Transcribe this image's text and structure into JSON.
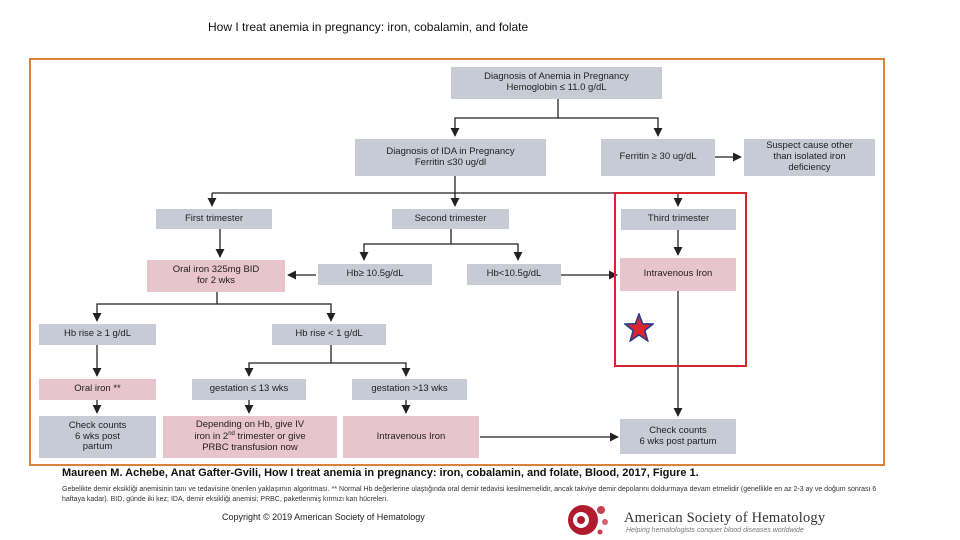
{
  "title": "How I treat anemia in pregnancy: iron, cobalamin, and folate",
  "colors": {
    "frame": "#d9823a",
    "gray_box": "#c6cbd6",
    "pink_box": "#e8c4cc",
    "highlight": "#d8262f",
    "star": "#d8262f",
    "star_outline": "#2a3a8c"
  },
  "flow": {
    "diagnosis": [
      "Diagnosis of Anemia in Pregnancy",
      "Hemoglobin ≤ 11.0 g/dL"
    ],
    "ida": [
      "Diagnosis of IDA in Pregnancy",
      "Ferritin ≤30 ug/dl"
    ],
    "ferritin_high": "Ferritin ≥ 30 ug/dL",
    "suspect": [
      "Suspect cause other",
      "than isolated iron",
      "deficiency"
    ],
    "first_trimester": "First trimester",
    "second_trimester": "Second trimester",
    "third_trimester": "Third trimester",
    "oral_iron_bid": [
      "Oral iron 325mg BID",
      "for 2 wks"
    ],
    "hb_high": "Hb≥ 10.5g/dL",
    "hb_low": "Hb<10.5g/dL",
    "iv_iron_third": "Intravenous Iron",
    "hb_rise_high": "Hb rise ≥ 1 g/dL",
    "hb_rise_low": "Hb rise < 1 g/dL",
    "oral_iron_note": "Oral iron **",
    "gestation_le": "gestation ≤ 13 wks",
    "gestation_gt": "gestation >13 wks",
    "check_counts_postpartum": [
      "Check counts",
      "6 wks post",
      "partum"
    ],
    "depending": [
      "Depending on Hb, give IV",
      "iron in 2nd trimester or give",
      "PRBC transfusion now"
    ],
    "iv_iron_gt": "Intravenous Iron",
    "check_counts_final": [
      "Check counts",
      "6 wks post partum"
    ]
  },
  "citation": "Maureen M. Achebe, Anat Gafter-Gvili, How I treat anemia in pregnancy: iron, cobalamin, and folate, Blood, 2017, Figure 1.",
  "note": "Gebelikte demir eksikliği anemisinin tanı ve tedavisine önerilen yaklaşımın algoritması. ** Normal Hb değerlerine ulaştığında oral demir tedavisi kesilmemelidir, ancak takviye demir depolarını doldurmaya devam etmelidir (genellikle en az 2-3 ay ve doğum sonrası 6 haftaya kadar). BID, günde iki kez; IDA, demir eksikliği anemisi; PRBC, paketlenmiş kırmızı kan hücreleri.",
  "copyright": "Copyright © 2019 American Society of Hematology",
  "logo": {
    "name": "American Society of Hematology",
    "tagline": "Helping hematologists conquer blood diseases worldwide"
  }
}
